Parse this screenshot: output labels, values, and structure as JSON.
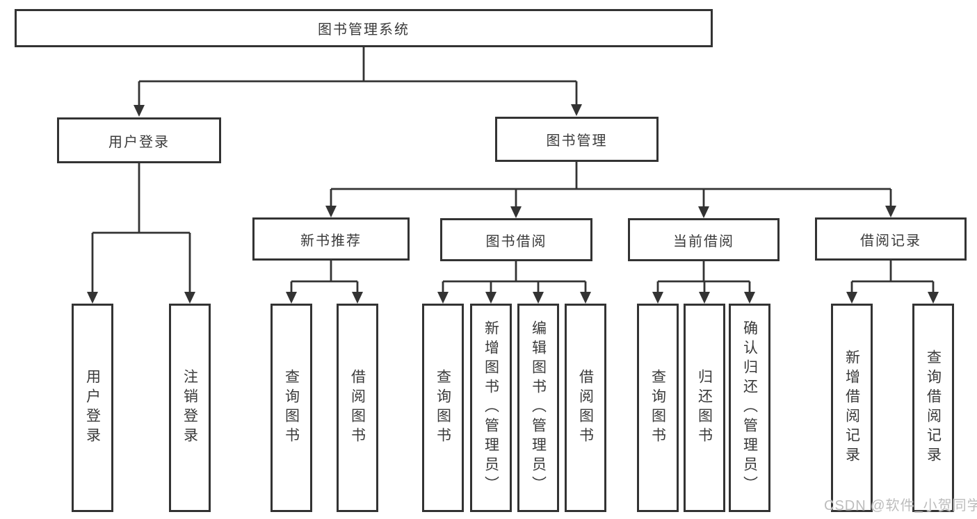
{
  "tree": {
    "label": "图书管理系统",
    "children": [
      {
        "label": "用户登录",
        "children": [
          {
            "label": "用户登录"
          },
          {
            "label": "注销登录"
          }
        ]
      },
      {
        "label": "图书管理",
        "children": [
          {
            "label": "新书推荐",
            "children": [
              {
                "label": "查询图书"
              },
              {
                "label": "借阅图书"
              }
            ]
          },
          {
            "label": "图书借阅",
            "children": [
              {
                "label": "查询图书"
              },
              {
                "label": "新增图书（管理员）"
              },
              {
                "label": "编辑图书（管理员）"
              },
              {
                "label": "借阅图书"
              }
            ]
          },
          {
            "label": "当前借阅",
            "children": [
              {
                "label": "查询图书"
              },
              {
                "label": "归还图书"
              },
              {
                "label": "确认归还（管理员）"
              }
            ]
          },
          {
            "label": "借阅记录",
            "children": [
              {
                "label": "新增借阅记录"
              },
              {
                "label": "查询借阅记录"
              }
            ]
          }
        ]
      }
    ]
  },
  "watermark": "CSDN @软件_小贺同学",
  "colors": {
    "line": "#333333",
    "text": "#3a3a3a",
    "watermark_text": "#bdbdbd",
    "background": "#ffffff"
  }
}
